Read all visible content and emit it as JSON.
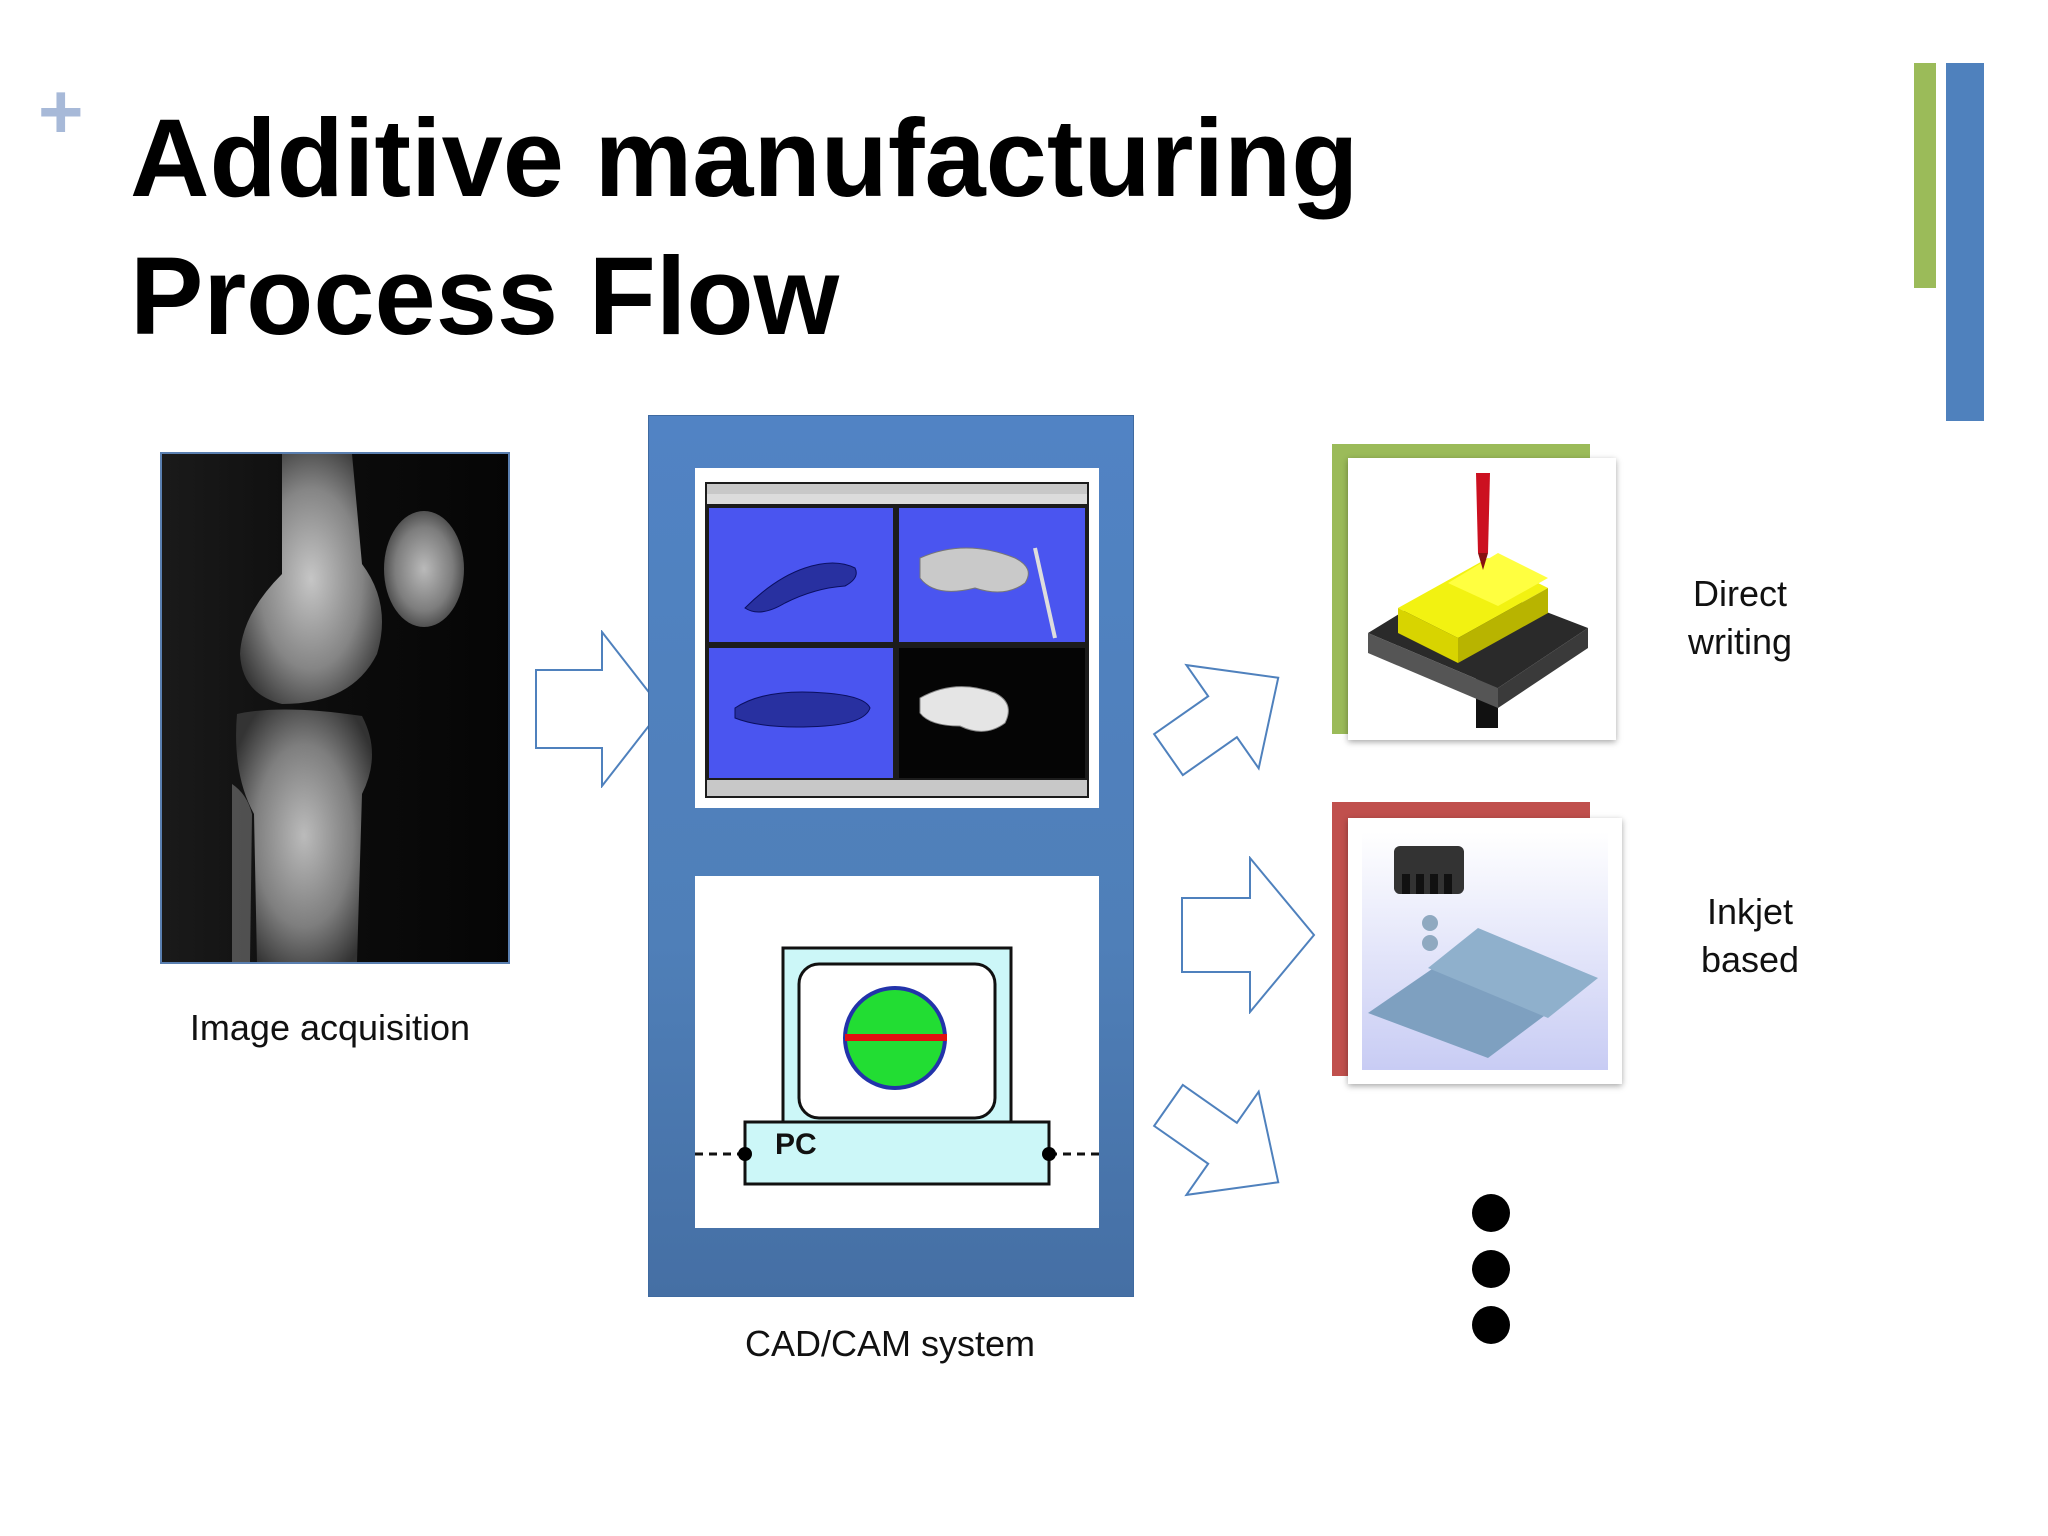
{
  "slide": {
    "plus_glyph": "+",
    "title_line1": "Additive manufacturing",
    "title_line2": "Process Flow"
  },
  "flow": {
    "image_acquisition_label": "Image acquisition",
    "cad_cam_label": "CAD/CAM system",
    "pc_label": "PC",
    "direct_writing_line1": "Direct",
    "direct_writing_line2": "writing",
    "inkjet_line1": "Inkjet",
    "inkjet_line2": "based"
  },
  "colors": {
    "accent_green": "#9bbb59",
    "accent_blue": "#4f81bd",
    "accent_red": "#c0504d",
    "plus": "#a7b9d8",
    "arrow_stroke": "#4f81bd"
  }
}
